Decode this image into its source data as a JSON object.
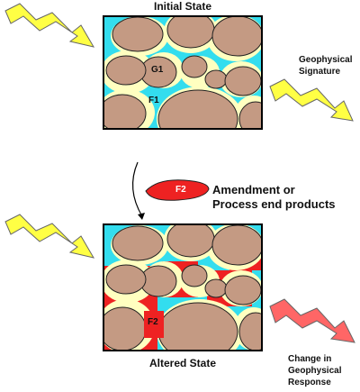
{
  "title_initial": "Initial State",
  "title_altered": "Altered State",
  "label_g1": "G1",
  "label_f1": "F1",
  "label_f2_top": "F2",
  "label_f2_bottom": "F2",
  "signature_label": [
    "Geophysical",
    "Signature"
  ],
  "amendment_label": [
    "Amendment or",
    "Process end products"
  ],
  "response_label": [
    "Change in",
    "Geophysical",
    "Response"
  ],
  "colors": {
    "grain": "#c49a83",
    "grain_stroke": "#222222",
    "fluid_f1": "#33ddee",
    "fluid_f2": "#ee2222",
    "rim": "#ffffc0",
    "incoming_arrow": "#ffff44",
    "outgoing_arrow_initial": "#ffff44",
    "outgoing_arrow_altered": "#ff6666",
    "amendment_blob": "#ee2222"
  }
}
